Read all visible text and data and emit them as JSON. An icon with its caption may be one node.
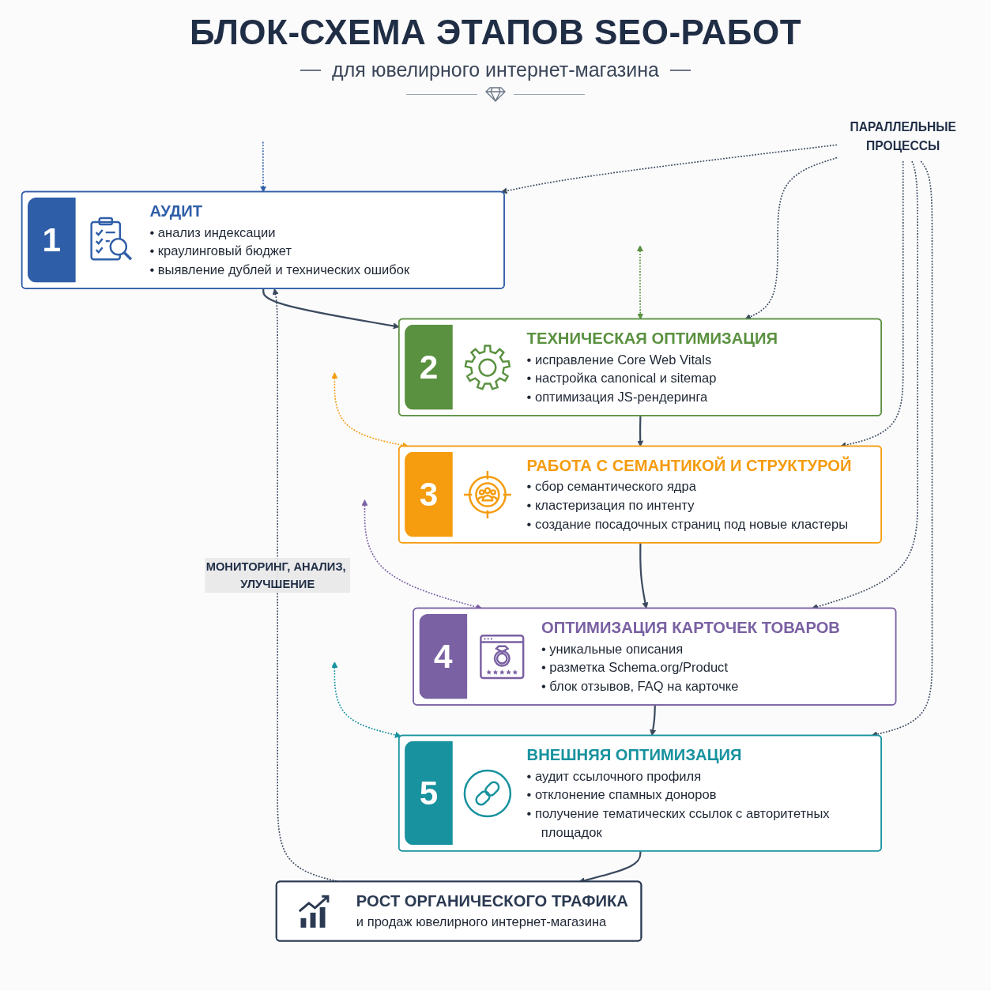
{
  "diagram": {
    "title": "БЛОК-СХЕМА ЭТАПОВ SEO-РАБОТ",
    "nodes": [
      {
        "text": [
          "1",
          "АУДИТ",
          "• анализ индексации",
          "• краулинговый бюджет",
          "• выявление дублей и технических ошибок"
        ]
      },
      {
        "text": [
          "2",
          "ТЕХНИЧЕСКАЯ ОПТИМИЗАЦИЯ",
          "• исправление Core Web Vitals",
          "• настройка canonical и sitemap",
          "• оптимизация JS-рендеринга"
        ]
      },
      {
        "text": [
          "3",
          "РАБОТА С СЕМАНТИКОЙ И СТРУКТУРОЙ",
          "• сбор семантического ядра",
          "• кластеризация по интенту",
          "• создание посадочных страниц под новые кластеры"
        ]
      },
      {
        "text": [
          "4",
          "ОПТИМИЗАЦИЯ КАРТОЧЕК ТОВАРОВ",
          "• уникальные описания",
          "• разметка Schema.org/Product",
          "• блок отзывов, FAQ на карточке"
        ]
      },
      {
        "text": [
          "5",
          "ВНЕШНЯЯ ОПТИМИЗАЦИЯ",
          "• аудит ссылочного профиля",
          "• отклонение спамных доноров",
          "• получение тематических ссылок с авторитетных площадок"
        ]
      },
      {
        "text": [
          "РОСТ ОРГАНИЧЕСКОГО ТРАФИКА",
          "и продаж ювелирного интернет-магазина"
        ]
      },
      {
        "text": [
          "ПАРАЛЛЕЛЬНЫЕ ПРОЦЕССЫ"
        ]
      }
    ],
    "edges": [
      {
        "from": 0,
        "to": 1,
        "arrow": "to"
      },
      {
        "from": 1,
        "to": 2,
        "arrow": "to"
      },
      {
        "from": 2,
        "to": 3,
        "arrow": "to"
      },
      {
        "from": 3,
        "to": 4,
        "arrow": "to"
      },
      {
        "from": 4,
        "to": 5,
        "arrow": "to"
      },
      {
        "from": 6,
        "to": 0,
        "arrow": "to",
        "style": "dashed"
      },
      {
        "from": 6,
        "to": 1,
        "arrow": "to",
        "style": "dashed"
      },
      {
        "from": 6,
        "to": 2,
        "arrow": "to",
        "style": "dashed"
      },
      {
        "from": 6,
        "to": 3,
        "arrow": "to",
        "style": "dashed"
      },
      {
        "from": 6,
        "to": 4,
        "arrow": "to",
        "style": "dashed"
      },
      {
        "from": 5,
        "to": 0,
        "arrow": "to",
        "style": "dashed",
        "label": "МОНИТОРИНГ, АНАЛИЗ, УЛУЧШЕНИЕ"
      },
      {
        "from": null,
        "to": 0,
        "arrow": "to",
        "style": "dashed",
        "color": "#2f5ea8"
      },
      {
        "from": null,
        "to": 1,
        "arrow": "both",
        "style": "dashed",
        "color": "#5a9140"
      },
      {
        "from": null,
        "to": 2,
        "arrow": "both",
        "style": "dashed",
        "color": "#f59c0f"
      },
      {
        "from": null,
        "to": 3,
        "arrow": "both",
        "style": "dashed",
        "color": "#7a61a3"
      },
      {
        "from": null,
        "to": 4,
        "arrow": "both",
        "style": "dashed",
        "color": "#17929e"
      }
    ],
    "labels": [
      "для ювелирного интернет-магазина"
    ]
  }
}
